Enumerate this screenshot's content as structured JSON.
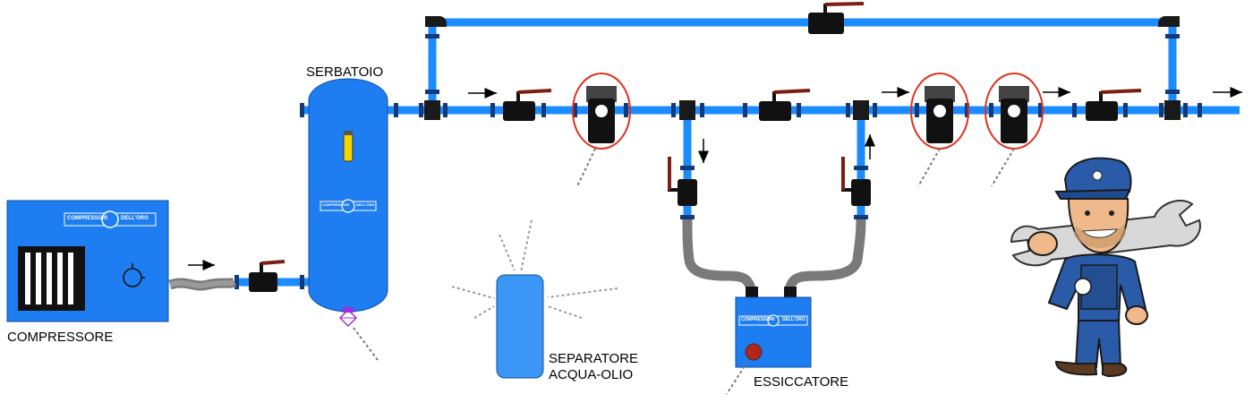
{
  "labels": {
    "serbatoio": "SERBATOIO",
    "compressore": "COMPRESSORE",
    "separatore_line1": "SEPARATORE",
    "separatore_line2": "ACQUA-OLIO",
    "essiccatore": "ESSICCATORE"
  },
  "brand_plate": {
    "left": "COMPRESSORI",
    "right": "DELL'ORO"
  },
  "colors": {
    "pipe_blue": "#1a8cff",
    "machine_blue": "#1e7df0",
    "separator_blue": "#3c96f5",
    "hose_gray": "#8c8c8c",
    "valve_black": "#111111",
    "valve_handle": "#7a1f12",
    "highlight_circle": "#e0301e",
    "sight_glass": "#f2d400",
    "drain_purple": "#9b30d6",
    "button_red": "#b3261e"
  },
  "icons": {
    "flow_arrow": "right-arrow-icon",
    "mechanic": "mechanic-with-wrench-icon",
    "logo": "dell-oro-logo-icon"
  }
}
